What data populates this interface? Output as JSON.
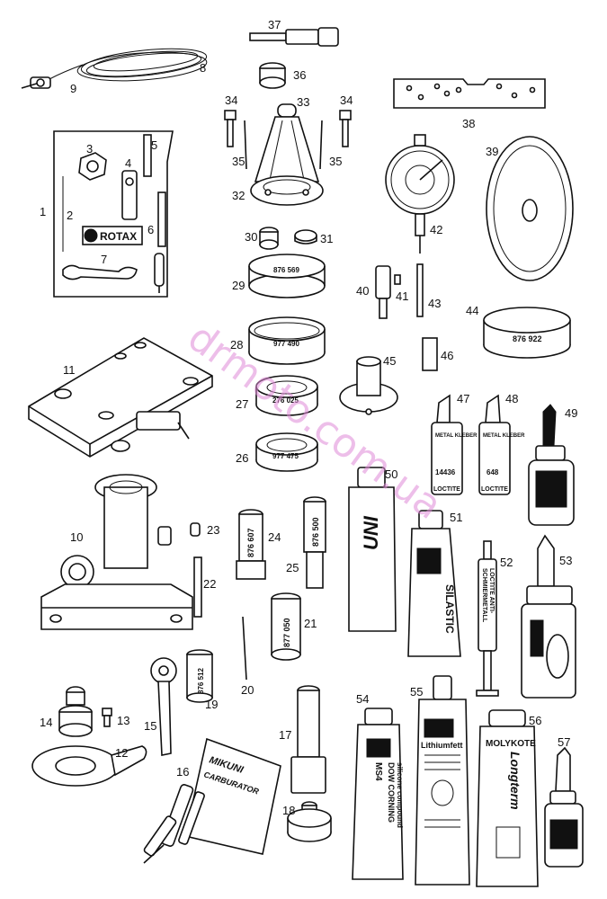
{
  "callouts": {
    "n1": "1",
    "n2": "2",
    "n3": "3",
    "n4": "4",
    "n5": "5",
    "n6": "6",
    "n7": "7",
    "n8": "8",
    "n9": "9",
    "n10": "10",
    "n11": "11",
    "n12": "12",
    "n13": "13",
    "n14": "14",
    "n15": "15",
    "n16": "16",
    "n17": "17",
    "n18": "18",
    "n19": "19",
    "n20": "20",
    "n21": "21",
    "n22": "22",
    "n23": "23",
    "n24": "24",
    "n25": "25",
    "n26": "26",
    "n27": "27",
    "n28": "28",
    "n29": "29",
    "n30": "30",
    "n31": "31",
    "n32": "32",
    "n33": "33",
    "n34a": "34",
    "n34b": "34",
    "n35a": "35",
    "n35b": "35",
    "n36": "36",
    "n37": "37",
    "n38": "38",
    "n39": "39",
    "n40": "40",
    "n41": "41",
    "n42": "42",
    "n43": "43",
    "n44": "44",
    "n45": "45",
    "n46": "46",
    "n47": "47",
    "n48": "48",
    "n49": "49",
    "n50": "50",
    "n51": "51",
    "n52": "52",
    "n53": "53",
    "n54": "54",
    "n55": "55",
    "n56": "56",
    "n57": "57"
  },
  "part_labels": {
    "rotax": "ROTAX",
    "ring29": "876 569",
    "ring28": "977 490",
    "ring27": "276 025",
    "ring26": "977 475",
    "ring44": "876 922",
    "tool24": "876 607",
    "tool25": "876 500",
    "tool21": "877 050",
    "tool19": "876 512",
    "bottle47_top": "METAL KLEBER",
    "bottle47_code": "14436",
    "bottle48_top": "METAL KLEBER",
    "bottle48_code": "648",
    "loctite": "LOCTITE",
    "tube51": "SILASTIC",
    "syringe52_a": "LOCTITE ANTI-",
    "syringe52_b": "SCHMIERMETALL",
    "tube54_a": "DOW CORNING",
    "tube54_b": "silicone compound",
    "tube54_c": "MS4",
    "tube55": "Lithiumfett",
    "tube56_a": "MOLYKOTE",
    "tube56_b": "Longterm",
    "tube50": "UNI",
    "mikuni_a": "MIKUNI",
    "mikuni_b": "CARBURATOR"
  },
  "watermark": "drmoto.com.ua"
}
